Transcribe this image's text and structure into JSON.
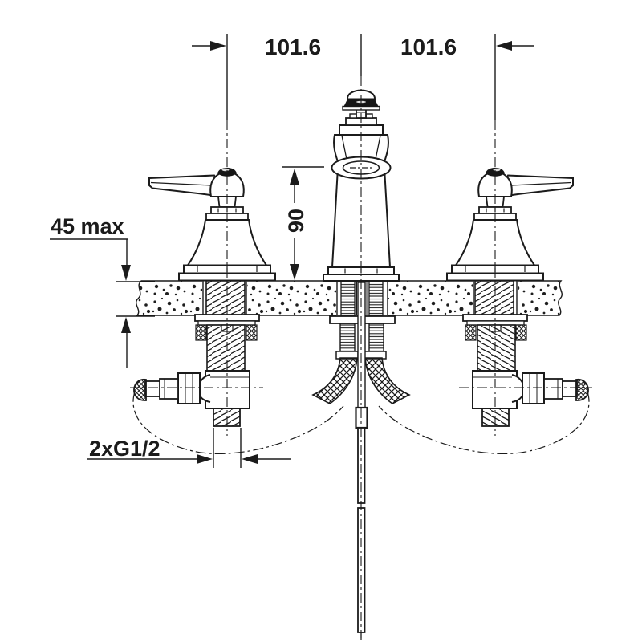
{
  "drawing": {
    "kind": "faucet installation diagram, front view, countertop cross-section",
    "dimensions": {
      "spacing_left": "101.6",
      "spacing_right": "101.6",
      "spout_height": "90",
      "deck_thickness": "45 max",
      "thread": "2xG1/2"
    },
    "parts": [
      "center spout",
      "left lever handle",
      "right lever handle",
      "countertop section",
      "left supply valve",
      "right supply valve",
      "flexible hoses",
      "drain lift rod"
    ],
    "colors": {
      "line": "#1b1b1b",
      "dark_fill": "#161616",
      "background": "#ffffff"
    }
  }
}
